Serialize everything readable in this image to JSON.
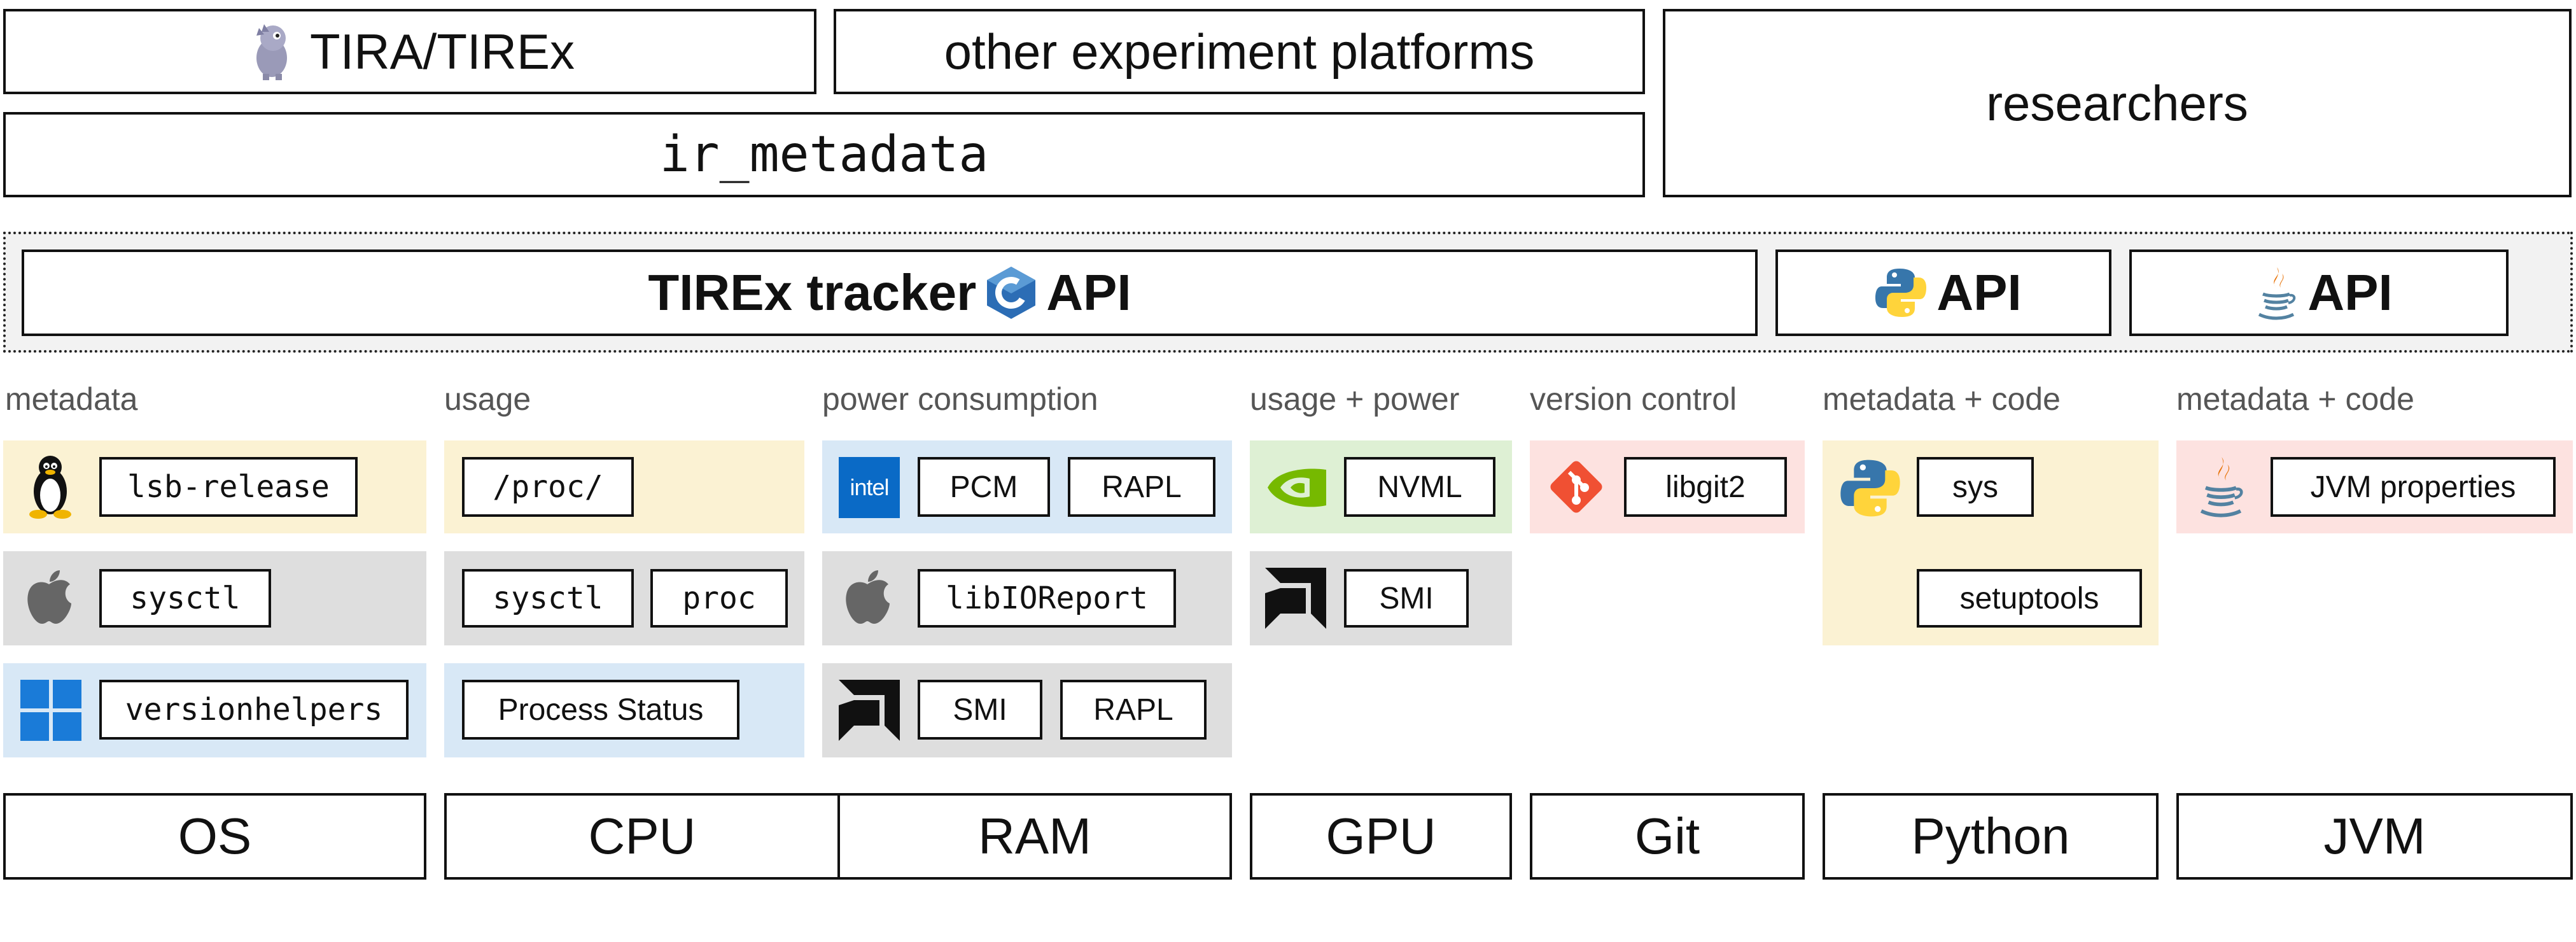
{
  "top": {
    "tira": "TIRA/TIREx",
    "other_platforms": "other experiment platforms",
    "researchers": "researchers",
    "ir_metadata": "ir_metadata"
  },
  "api": {
    "main_label": "TIREx tracker",
    "c_api": "API",
    "python_api": "API",
    "java_api": "API"
  },
  "categories": {
    "metadata": "metadata",
    "usage": "usage",
    "power": "power consumption",
    "usage_power": "usage + power",
    "version_control": "version control",
    "metadata_code_python": "metadata + code",
    "metadata_code_jvm": "metadata + code"
  },
  "sources": {
    "lsb_release": "lsb-release",
    "sysctl_os": "sysctl",
    "versionhelpers": "versionhelpers",
    "proc_dir": "/proc/",
    "sysctl_cpu": "sysctl",
    "proc": "proc",
    "process_status": "Process Status",
    "pcm": "PCM",
    "rapl_intel": "RAPL",
    "libioreport": "libIOReport",
    "smi_amd_cpu": "SMI",
    "rapl_amd": "RAPL",
    "nvml": "NVML",
    "smi_amd_gpu": "SMI",
    "libgit2": "libgit2",
    "sys": "sys",
    "setuptools": "setuptools",
    "jvm_properties": "JVM properties"
  },
  "intel_logo_text": "intel",
  "resources": {
    "os": "OS",
    "cpu": "CPU",
    "ram": "RAM",
    "gpu": "GPU",
    "git": "Git",
    "python": "Python",
    "jvm": "JVM"
  },
  "colors": {
    "yellow": "#fbf2d3",
    "grey": "#dedede",
    "blue": "#d8e8f6",
    "green": "#def0d4",
    "pink": "#fde2e0"
  }
}
